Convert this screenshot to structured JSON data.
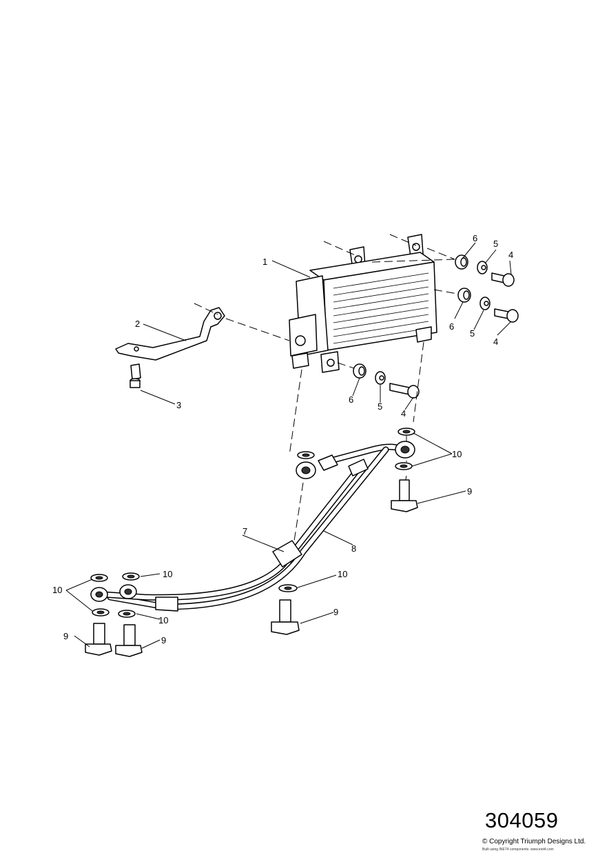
{
  "diagram": {
    "callouts": {
      "c1": "1",
      "c2": "2",
      "c3": "3",
      "c4a": "4",
      "c4b": "4",
      "c4c": "4",
      "c5a": "5",
      "c5b": "5",
      "c5c": "5",
      "c6a": "6",
      "c6b": "6",
      "c6c": "6",
      "c7": "7",
      "c8": "8",
      "c9a": "9",
      "c9b": "9",
      "c9c": "9",
      "c9d": "9",
      "c10a": "10",
      "c10b": "10",
      "c10c": "10",
      "c10d": "10",
      "c10e": "10"
    }
  },
  "footer": {
    "diagram_number": "304059",
    "copyright": "© Copyright Triumph Designs Ltd.",
    "built_with": "Built using INET4 components. www.inet4.com"
  }
}
